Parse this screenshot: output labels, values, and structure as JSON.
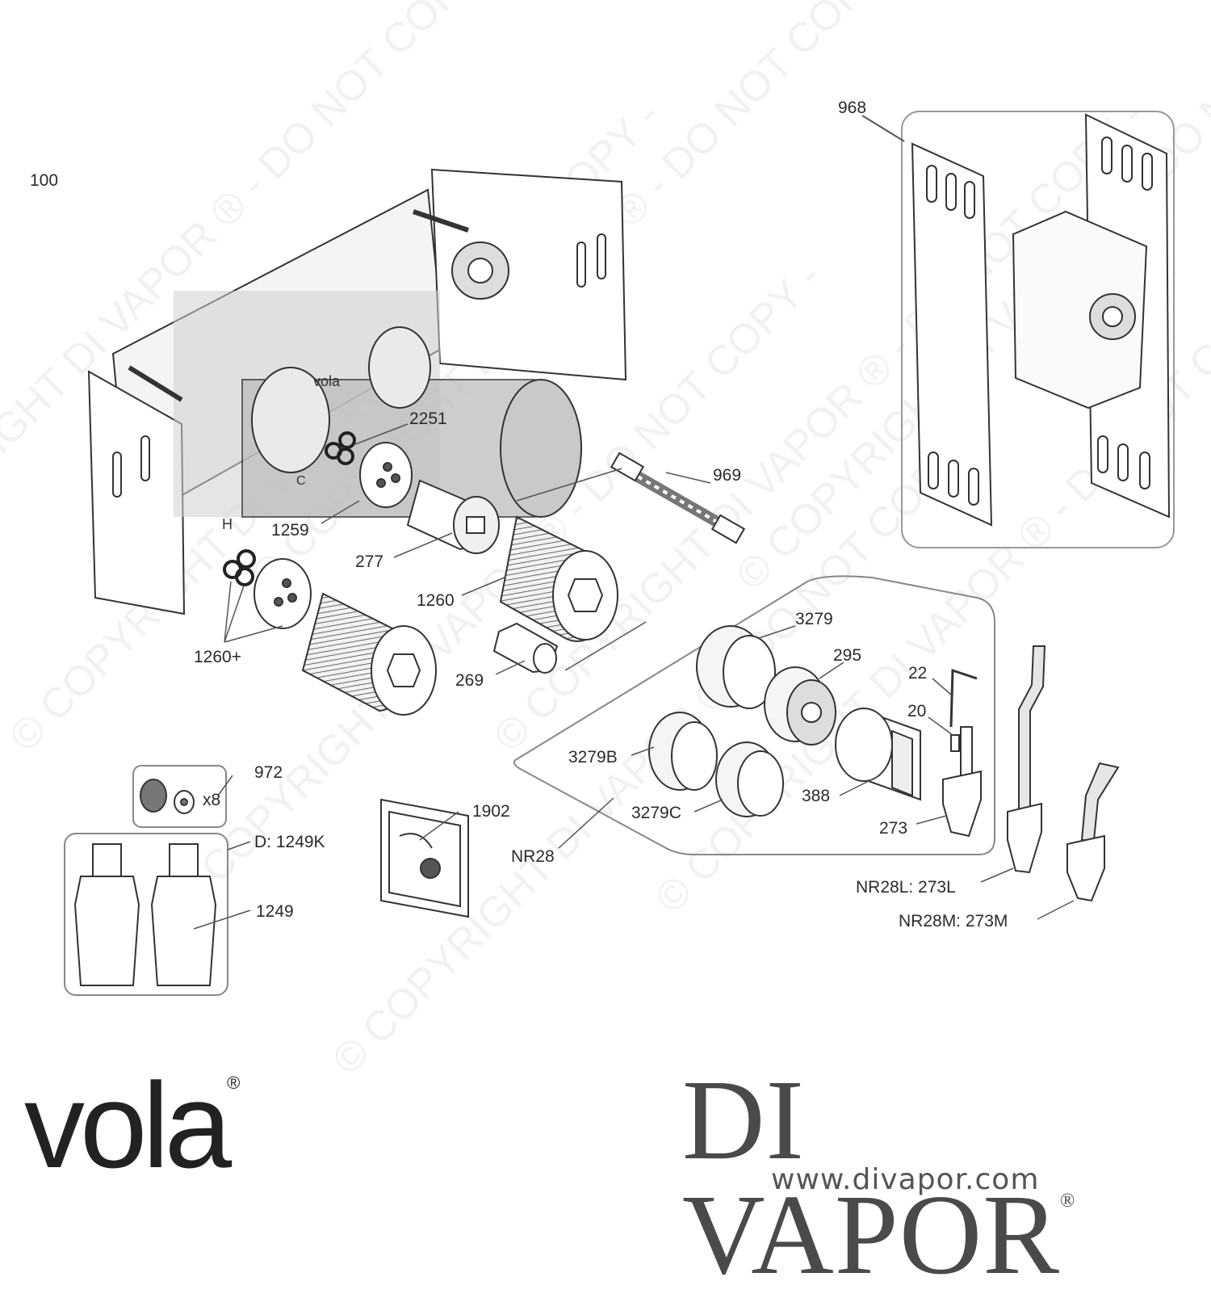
{
  "labels": {
    "l100": "100",
    "l968": "968",
    "l2251": "2251",
    "l969": "969",
    "l1259": "1259",
    "l277": "277",
    "l1260": "1260",
    "l1260p": "1260+",
    "l269": "269",
    "l3279": "3279",
    "l295": "295",
    "l22": "22",
    "l20": "20",
    "l3279B": "3279B",
    "l388": "388",
    "l3279C": "3279C",
    "l273": "273",
    "l972": "972",
    "lx8": "x8",
    "l1902": "1902",
    "lNR28": "NR28",
    "lD": "D: 1249K",
    "l1249": "1249",
    "lNR28L": "NR28L: 273L",
    "lNR28M": "NR28M: 273M"
  },
  "part_marks": {
    "valve_body_H": "H",
    "valve_body_C": "C",
    "valve_body_logo": "vola"
  },
  "brand": {
    "vola": "vola",
    "divapor": "DI VAPOR",
    "registered": "®",
    "website": "www.divapor.com"
  },
  "watermark": "© COPYRIGHT DI VAPOR ® - DO NOT COPY - ",
  "colors": {
    "line": "#333333",
    "housing_fill": "#d8d8d8",
    "watermark": "#000000"
  }
}
